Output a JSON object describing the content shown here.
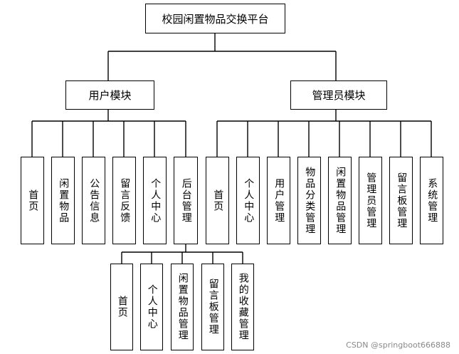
{
  "root": {
    "label": "校园闲置物品交换平台"
  },
  "user_module": {
    "label": "用户模块",
    "children": [
      "首页",
      "闲置物品",
      "公告信息",
      "留言反馈",
      "个人中心",
      "后台管理"
    ],
    "backend": {
      "children": [
        "首页",
        "个人中心",
        "闲置物品管理",
        "留言板管理",
        "我的收藏管理"
      ]
    }
  },
  "admin_module": {
    "label": "管理员模块",
    "children": [
      "首页",
      "个人中心",
      "用户管理",
      "物品分类管理",
      "闲置物品管理",
      "管理员管理",
      "留言板管理",
      "系统管理"
    ]
  },
  "watermark": "CSDN @springboot666888"
}
